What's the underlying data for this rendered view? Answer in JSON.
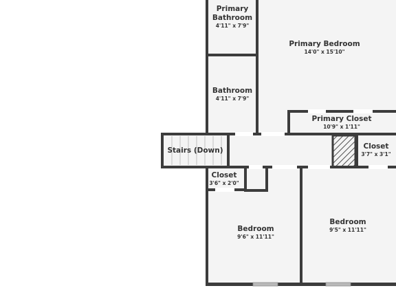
{
  "colors": {
    "wall": "#3c3c3c",
    "floor": "#f4f4f4",
    "door_opening": "#ffffff",
    "window": "#b9b9b9",
    "hatch": "#4a4a4a",
    "text": "#333333"
  },
  "rooms": [
    {
      "id": "primary-bathroom",
      "name": [
        "Primary",
        "Bathroom"
      ],
      "dims": "4'11\" x 7'9\""
    },
    {
      "id": "primary-bedroom",
      "name": [
        "Primary Bedroom"
      ],
      "dims": "14'0\" x 15'10\""
    },
    {
      "id": "bathroom",
      "name": [
        "Bathroom"
      ],
      "dims": "4'11\" x 7'9\""
    },
    {
      "id": "primary-closet",
      "name": [
        "Primary Closet"
      ],
      "dims": "10'9\" x 1'11\""
    },
    {
      "id": "stairs",
      "name": [
        "Stairs (Down)"
      ],
      "dims": ""
    },
    {
      "id": "closet-hall",
      "name": [
        "Closet"
      ],
      "dims": "3'7\" x 3'1\""
    },
    {
      "id": "closet-small",
      "name": [
        "Closet"
      ],
      "dims": "3'6\" x 2'0\""
    },
    {
      "id": "bedroom-left",
      "name": [
        "Bedroom"
      ],
      "dims": "9'6\" x 11'11\""
    },
    {
      "id": "bedroom-right",
      "name": [
        "Bedroom"
      ],
      "dims": "9'5\" x 11'11\""
    }
  ]
}
